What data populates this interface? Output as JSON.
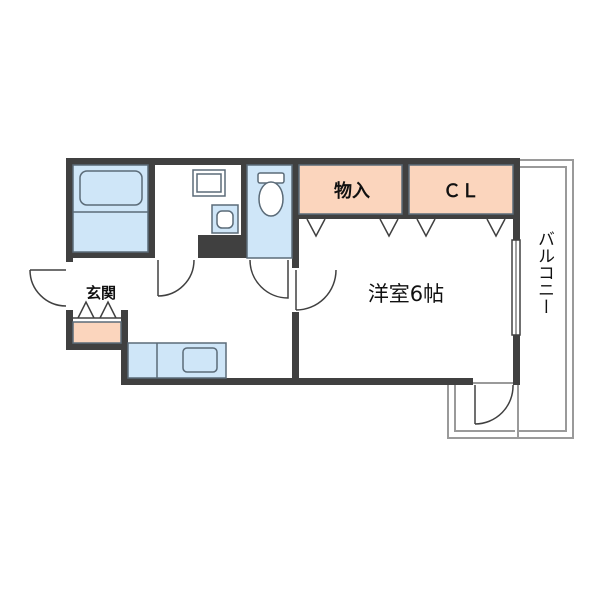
{
  "rooms": {
    "storage_label": "物入",
    "closet_label": "ＣＬ",
    "western_room_label": "洋室6帖",
    "entrance_label": "玄関",
    "balcony_label": "バルコニー"
  },
  "colors": {
    "wall": "#404040",
    "bath_blue": "#cfe6f8",
    "bath_stroke": "#5b6b78",
    "storage_peach": "#fbd5bd",
    "floor": "#ffffff",
    "balcony_stroke": "#9a9a9a"
  }
}
